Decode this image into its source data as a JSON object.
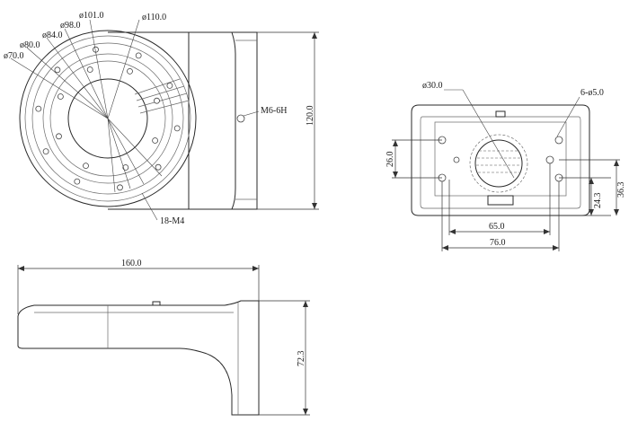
{
  "front_view": {
    "dims": {
      "d110": "ø110.0",
      "d101": "ø101.0",
      "d98": "ø98.0",
      "d84": "ø84.0",
      "d80": "ø80.0",
      "d70": "ø70.0",
      "height": "120.0",
      "thread": "M6-6H",
      "holes": "18-M4"
    }
  },
  "side_view": {
    "dims": {
      "length": "160.0",
      "height": "72.3"
    }
  },
  "back_view": {
    "dims": {
      "d30": "ø30.0",
      "mount_holes": "6-ø5.0",
      "v26": "26.0",
      "v24": "24.3",
      "v36": "36.3",
      "h65": "65.0",
      "h76": "76.0"
    }
  }
}
